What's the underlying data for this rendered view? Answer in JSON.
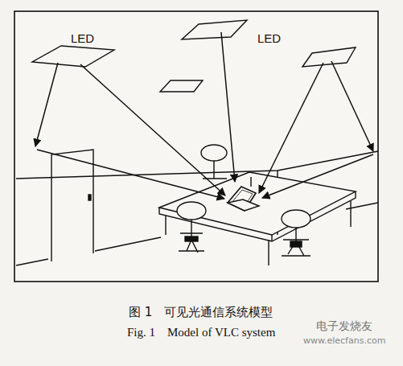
{
  "diagram": {
    "caption": "图 1　可见光通信系统模型",
    "labels": [
      "LED",
      "LED",
      "Fig. 1　Model of VLC system",
      "电子发烧友",
      "www.elecfans.com"
    ]
  }
}
